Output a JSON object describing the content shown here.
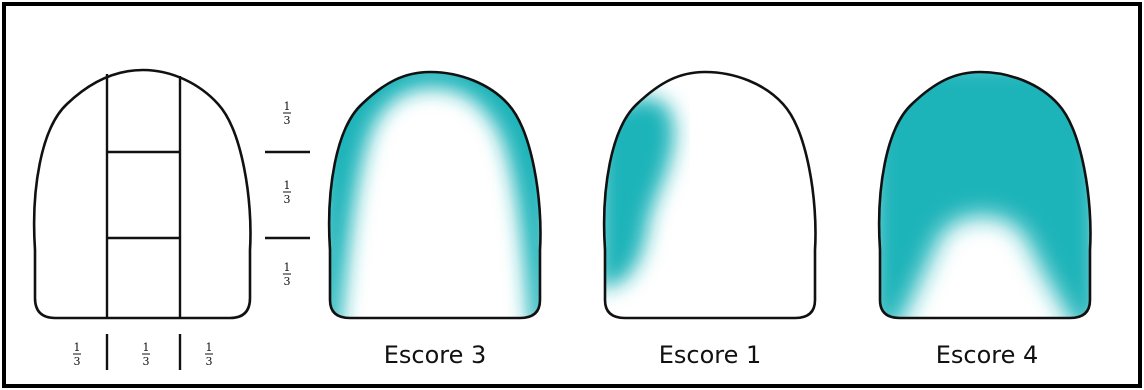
{
  "fraction": {
    "numerator": "1",
    "denominator": "3"
  },
  "scores": [
    {
      "label": "Escore 3"
    },
    {
      "label": "Escore 1"
    },
    {
      "label": "Escore 4"
    }
  ],
  "colors": {
    "stain": "#1fb4b9",
    "outline": "#111111",
    "frame": "#000000"
  }
}
